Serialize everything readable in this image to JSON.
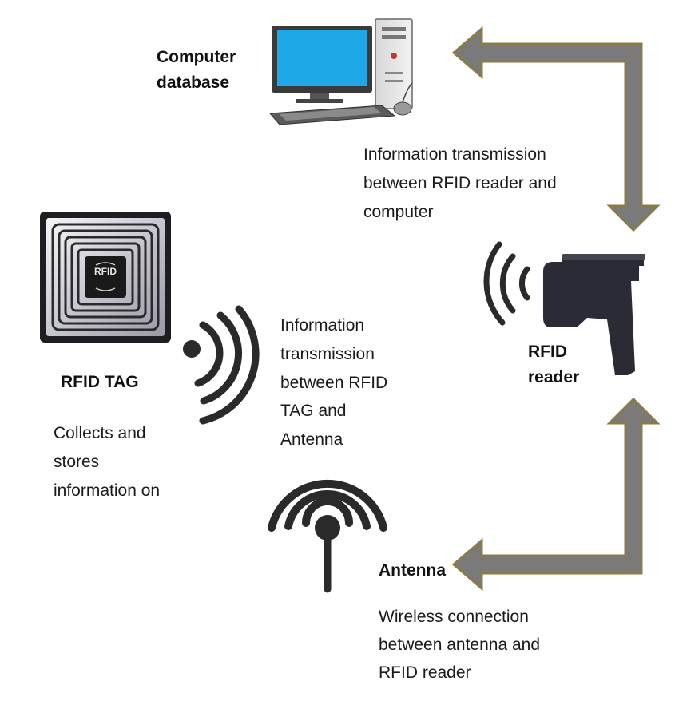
{
  "computer": {
    "label_line1": "Computer",
    "label_line2": "database",
    "icon": "desktop-computer-icon"
  },
  "link_reader_computer": {
    "line1": "Information transmission",
    "line2": "between RFID reader and",
    "line3": "computer"
  },
  "reader": {
    "label_line1": "RFID",
    "label_line2": "reader",
    "icon": "rfid-reader-gun-icon"
  },
  "tag": {
    "chip_text": "RFID",
    "label": "RFID TAG",
    "desc_line1": "Collects and",
    "desc_line2": "stores",
    "desc_line3": "information on",
    "icon": "rfid-tag-icon"
  },
  "link_tag_antenna": {
    "line1": "Information",
    "line2": "transmission",
    "line3": "between RFID",
    "line4": "TAG and",
    "line5": "Antenna"
  },
  "antenna": {
    "label": "Antenna",
    "desc_line1": "Wireless connection",
    "desc_line2": "between antenna and",
    "desc_line3": "RFID reader",
    "icon": "antenna-broadcast-icon"
  },
  "colors": {
    "arrow_fill": "#7a7a7a",
    "arrow_border": "#8a7a4a",
    "screen": "#1fa8e8",
    "dark": "#2b2b35"
  }
}
